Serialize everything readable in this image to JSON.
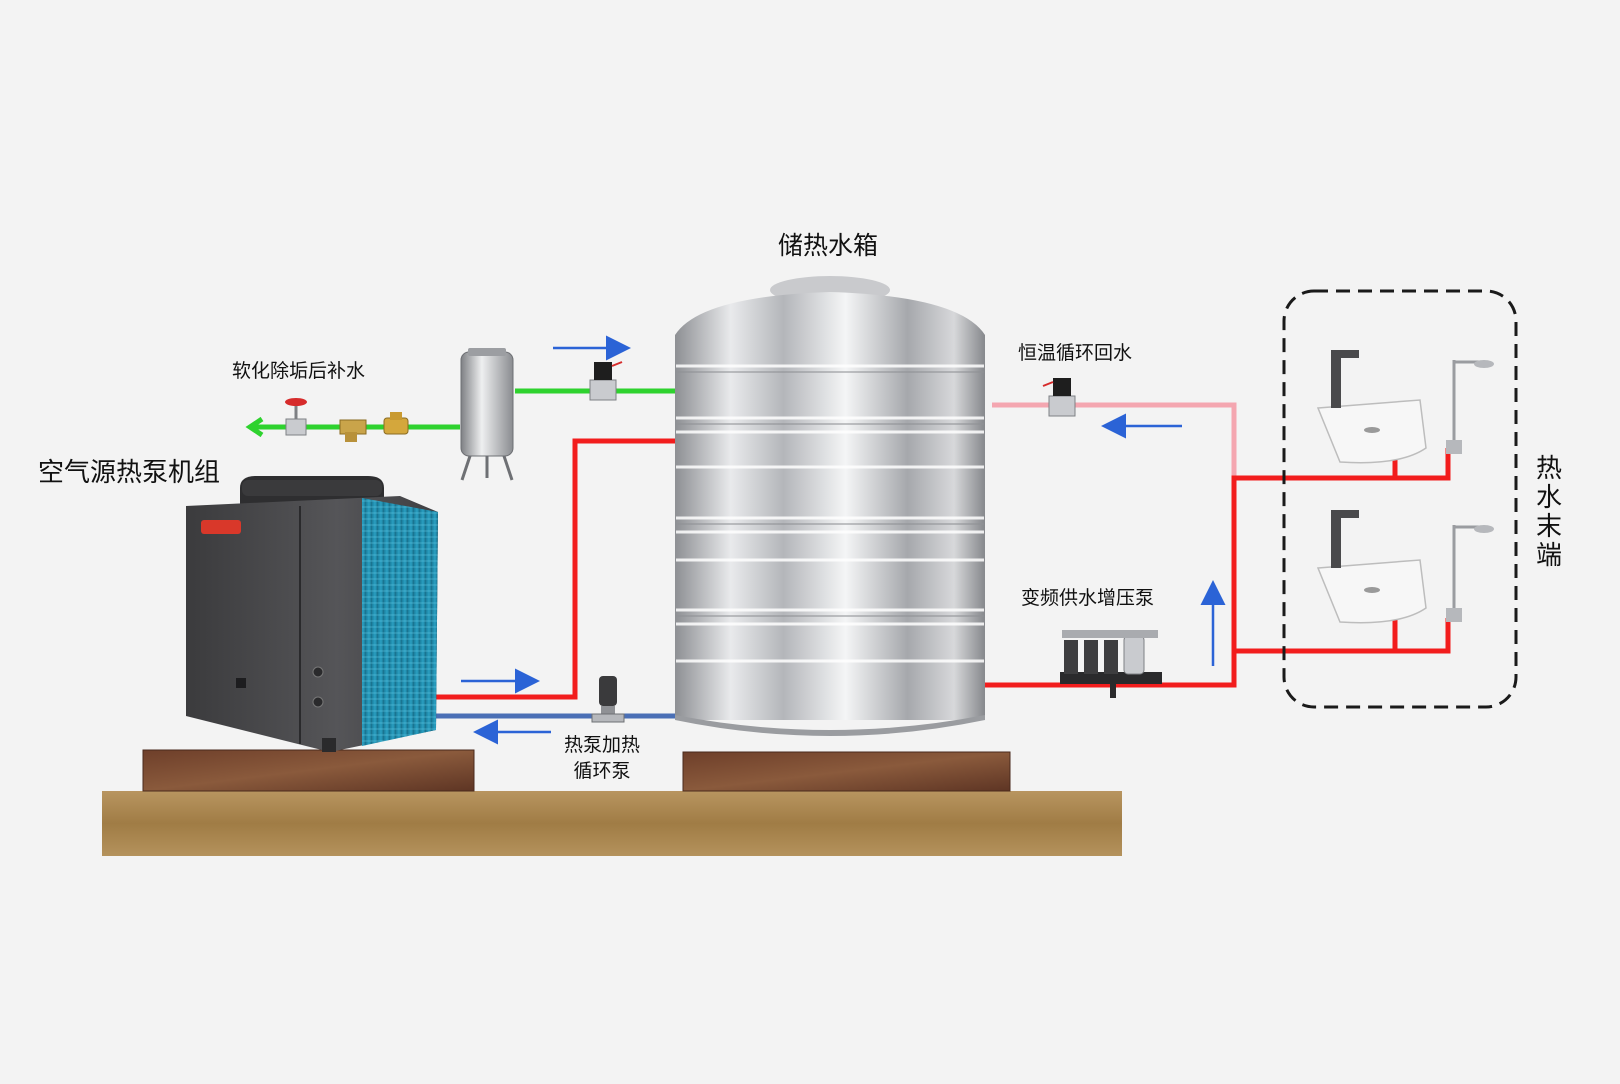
{
  "labels": {
    "storage_tank": "储热水箱",
    "heat_pump_unit": "空气源热泵机组",
    "softened_makeup_water": "软化除垢后补水",
    "constant_temp_return": "恒温循环回水",
    "vfd_booster_pump": "变频供水增压泵",
    "circulation_pump_line1": "热泵加热",
    "circulation_pump_line2": "循环泵",
    "hot_water_terminal": "热水末端"
  },
  "icons": {
    "heat_pump": "heat-pump-unit-icon",
    "tank": "stainless-water-tank-icon",
    "filter": "softener-filter-icon",
    "solenoid": "solenoid-valve-icon",
    "gate_valve": "gate-valve-icon",
    "strainer": "y-strainer-icon",
    "check_valve": "brass-valve-icon",
    "circ_pump": "vertical-pump-icon",
    "booster": "booster-pump-set-icon",
    "basin": "wash-basin-icon",
    "shower": "shower-set-icon",
    "faucet": "faucet-icon"
  },
  "colors": {
    "background": "#f3f3f3",
    "hot_supply_pipe": "#f21d1d",
    "cold_return_pipe": "#4a6fb5",
    "makeup_water_pipe": "#2ed22e",
    "circulation_return_pipe": "#f4a6b0",
    "flow_arrow": "#2b63d6",
    "ground": "#a8854e",
    "plinth": "#7a4a32",
    "unit_body": "#4b4b4d",
    "unit_coil": "#1e8fb0"
  }
}
